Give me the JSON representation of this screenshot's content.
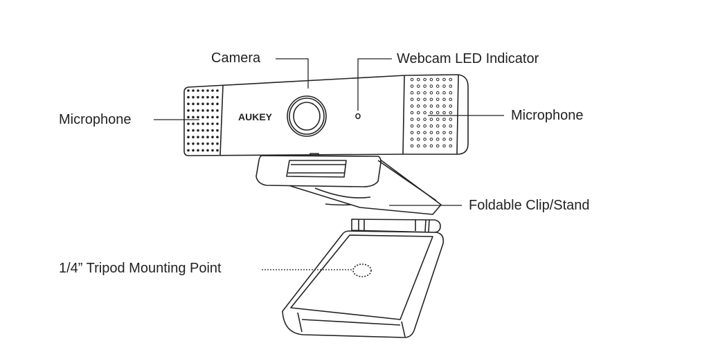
{
  "diagram": {
    "brand": "AUKEY",
    "labels": {
      "camera": "Camera",
      "led": "Webcam LED Indicator",
      "mic_left": "Microphone",
      "mic_right": "Microphone",
      "clip": "Foldable Clip/Stand",
      "tripod": "1/4” Tripod Mounting Point"
    },
    "colors": {
      "line": "#222222",
      "background": "#ffffff"
    }
  }
}
